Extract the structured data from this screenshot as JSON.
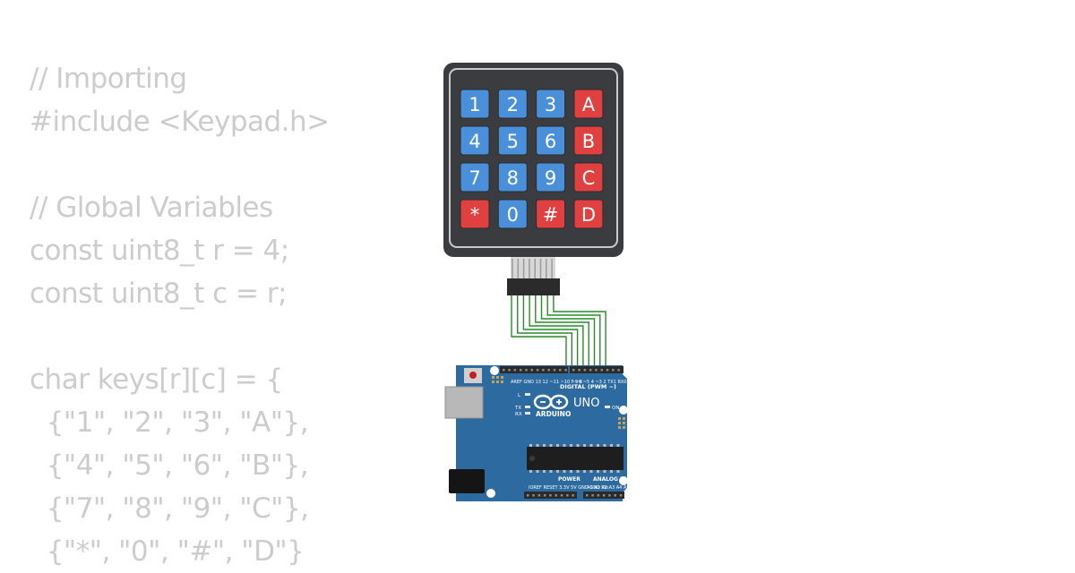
{
  "code_lines": [
    "// Importing",
    "#include <Keypad.h>",
    "",
    "// Global Variables",
    "const uint8_t r = 4;",
    "const uint8_t c = r;",
    "",
    "char keys[r][c] = {",
    "  {\"1\", \"2\", \"3\", \"A\"},",
    "  {\"4\", \"5\", \"6\", \"B\"},",
    "  {\"7\", \"8\", \"9\", \"C\"},",
    "  {\"*\", \"0\", \"#\", \"D\"}"
  ],
  "keypad": {
    "keys": [
      {
        "label": "1",
        "type": "digit"
      },
      {
        "label": "2",
        "type": "digit"
      },
      {
        "label": "3",
        "type": "digit"
      },
      {
        "label": "A",
        "type": "letter"
      },
      {
        "label": "4",
        "type": "digit"
      },
      {
        "label": "5",
        "type": "digit"
      },
      {
        "label": "6",
        "type": "digit"
      },
      {
        "label": "B",
        "type": "letter"
      },
      {
        "label": "7",
        "type": "digit"
      },
      {
        "label": "8",
        "type": "digit"
      },
      {
        "label": "9",
        "type": "digit"
      },
      {
        "label": "C",
        "type": "letter"
      },
      {
        "label": "*",
        "type": "letter"
      },
      {
        "label": "0",
        "type": "digit"
      },
      {
        "label": "#",
        "type": "letter"
      },
      {
        "label": "D",
        "type": "letter"
      }
    ],
    "colors": {
      "digit": "#4a8fd9",
      "letter": "#e0403f",
      "body": "#3a3c40"
    }
  },
  "arduino": {
    "brand": "ARDUINO",
    "model": "UNO",
    "digital_label": "DIGITAL (PWM ~)",
    "power_label": "POWER",
    "analog_label": "ANALOG IN",
    "led_labels": [
      "L",
      "TX",
      "RX"
    ],
    "on_label": "ON",
    "board_color": "#2d6a9f"
  },
  "wire_color": "#2a8a2a"
}
